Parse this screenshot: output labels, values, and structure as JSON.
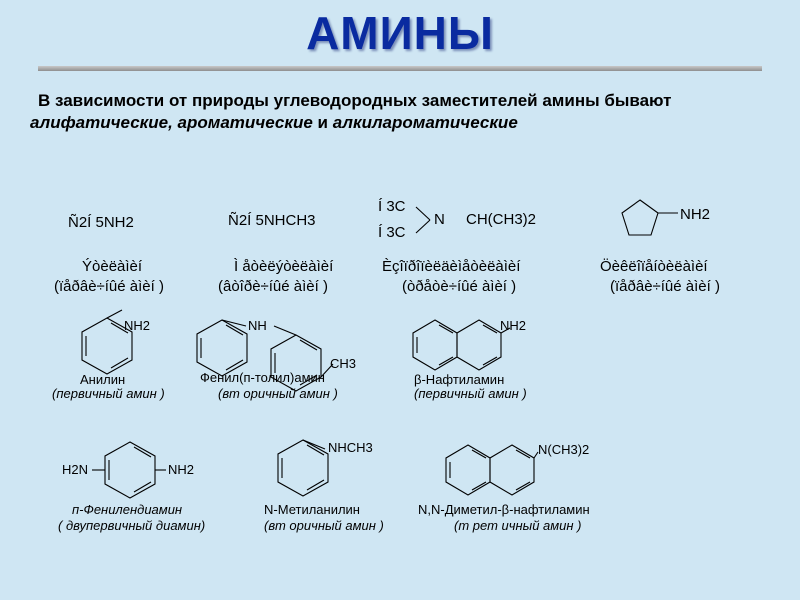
{
  "header": {
    "title": "АМИНЫ",
    "intro_plain": "В зависимости от природы углеводородных заместителей амины бывают",
    "intro_italic_1": "алифатические, ароматические",
    "intro_and": "и",
    "intro_italic_2": "алкилароматические"
  },
  "row1": {
    "c1_formula": "Ñ2Í 5NH2",
    "c1_name": "Ýòèëàìèí",
    "c1_class": "(ïåðâè÷íûé àìèí )",
    "c2_formula": "Ñ2Í 5NHCH3",
    "c2_name": "Ì åòèëýòèëàìèí",
    "c2_class": "(âòîðè÷íûé àìèí )",
    "c3_top": "Í 3C",
    "c3_bottom": "Í 3C",
    "c3_n": "N",
    "c3_rest": "CH(CH3)2",
    "c3_name": "Èçîïðîïèëäèìåòèëàìèí",
    "c3_class": "(òðåòè÷íûé àìèí )",
    "c4_nh2": "NH2",
    "c4_name": "Öèêëîïåíòèëàìèí",
    "c4_class": "(ïåðâè÷íûé àìèí )"
  },
  "row2": {
    "aniline_group": "NH2",
    "aniline_name": "Анилин",
    "aniline_class": "(первичный амин )",
    "ptol_nh": "NH",
    "ptol_ch3": "CH3",
    "ptol_name": "Фенил(п-толил)амин",
    "ptol_class": "(вт оричный амин )",
    "bnaph_group": "NH2",
    "bnaph_name": "β-Нафтиламин",
    "bnaph_class": "(первичный амин )"
  },
  "row3": {
    "ppd_left": "H2N",
    "ppd_right": "NH2",
    "ppd_name": "п-Фенилендиамин",
    "ppd_class": "( двупервичный диамин)",
    "nma_group": "NHCH3",
    "nma_name": "N-Метиланилин",
    "nma_class": "(вт оричный амин )",
    "dmn_group": "N(CH3)2",
    "dmn_name": "N,N-Диметил-β-нафтиламин",
    "dmn_class": "(т рет ичный амин )"
  }
}
